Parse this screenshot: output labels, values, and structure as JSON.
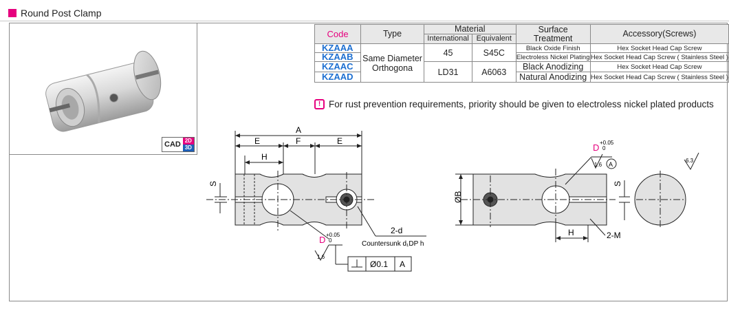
{
  "header": {
    "title": "Round Post Clamp"
  },
  "cad": {
    "label": "CAD",
    "d2": "2D",
    "d3": "3D"
  },
  "table": {
    "headers": {
      "code": "Code",
      "type": "Type",
      "material": "Material",
      "international": "International",
      "equivalent": "Equivalent",
      "surface": "Surface",
      "treatment": "Treatment",
      "accessory": "Accessory(Screws)"
    },
    "type_line1": "Same Diameter",
    "type_line2": "Orthogona",
    "material_1": {
      "international": "45",
      "equivalent": "S45C"
    },
    "material_2": {
      "international": "LD31",
      "equivalent": "A6063"
    },
    "rows": [
      {
        "code": "KZAAA",
        "surface": "Black Oxide Finish",
        "accessory": "Hex Socket Head Cap Screw"
      },
      {
        "code": "KZAAB",
        "surface": "Electroless Nickel Plating",
        "accessory": "Hex Socket Head Cap Screw ( Stainless Steel )"
      },
      {
        "code": "KZAAC",
        "surface": "Black Anodizing",
        "accessory": "Hex Socket Head Cap Screw"
      },
      {
        "code": "KZAAD",
        "surface": "Natural Anodizing",
        "accessory": "Hex Socket Head Cap Screw ( Stainless Steel )"
      }
    ]
  },
  "note": {
    "icon": "!",
    "text": "For rust prevention requirements, priority should be given to electroless nickel plated products"
  },
  "drawing": {
    "A": "A",
    "E": "E",
    "F": "F",
    "H": "H",
    "S": "S",
    "B": "ØB",
    "D": "D",
    "tol_plus": "+0.05",
    "tol_zero": "0",
    "rough16": "1.6",
    "rough63": "6.3",
    "datum": "A",
    "two_d": "2-d",
    "countersunk": "Countersunk d₁DP h",
    "two_m": "2-M",
    "flatness": "Ø0.1",
    "datum_ref": "A"
  },
  "colors": {
    "accent": "#e6007e",
    "code_blue": "#1d6fd1"
  }
}
